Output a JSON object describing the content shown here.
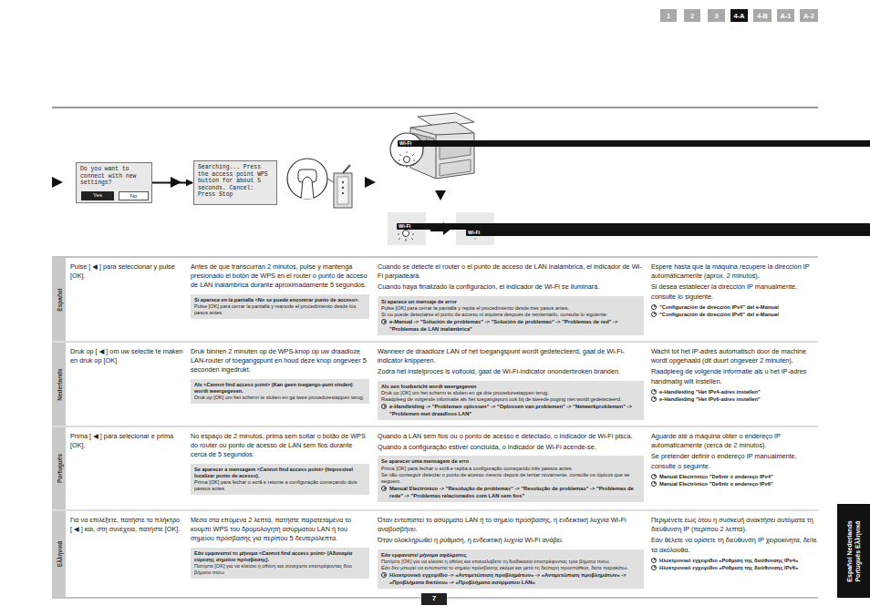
{
  "diagram": {
    "nodes": [
      {
        "text": [
          "1"
        ]
      },
      {
        "text": [
          "2"
        ]
      },
      {
        "text": [
          "3"
        ]
      },
      {
        "text": [
          "4-A"
        ]
      },
      {
        "text": [
          "4-B"
        ]
      },
      {
        "text": [
          "A-1"
        ]
      },
      {
        "text": [
          "A-2"
        ]
      },
      {
        "text": [
          "Do you want to connect with new settings?"
        ]
      },
      {
        "text": [
          "Yes"
        ],
        "in": 7
      },
      {
        "text": [
          "No"
        ],
        "in": 7
      },
      {
        "text": [
          "Searching... Press the access point WPS button for about 5 seconds. Cancel: Press Stop"
        ]
      },
      {
        "text": [
          "Español"
        ]
      },
      {
        "text": [
          "Si aparece en la pantalla <No se puede encontrar punto de acceso>.",
          "Pulse [OK] para cerrar la pantalla y reanude el procedimiento desde los pasos antes."
        ]
      },
      {
        "text": [
          "Si aparece un mensaje de error",
          "Pulse [OK] para cerrar la pantalla y repita el procedimiento desde tres pasos antes.",
          "Si no puede detectarse el punto de acceso ni siquiera después de reintentarlo, consulte lo siguiente:",
          "e-Manual -> \"Solución de problemas\" -> \"Solución de problemas\" -> \"Problemas de red\" -> \"Problemas de LAN inalámbrica\""
        ]
      },
      {
        "text": [
          "Nederlands"
        ]
      },
      {
        "text": [
          "Als <Cannot find access point> (Kan geen toegangs-punt vinden) wordt weergegeven.",
          "Druk op [OK] om het scherm te sluiten en ga twee procedurestappen terug."
        ]
      },
      {
        "text": [
          "Als een foutbericht wordt weergegeven",
          "Druk op [OK] om het scherm te sluiten en ga drie procedurestappen terug.",
          "Raadpleeg de volgende informatie als het toegangspunt ook bij de tweede poging niet wordt gedetecteerd.",
          "e-Handleiding -> \"Problemen oplossen\" -> \"Oplossen van problemen\" -> \"Netwerkproblemen\" -> \"Problemen met draadloos LAN\""
        ]
      },
      {
        "text": [
          "Português"
        ]
      },
      {
        "text": [
          "Se aparecer a mensagem <Cannot find access point> (Impossível localizar ponto de acesso).",
          "Prima [OK] para fechar o ecrã e retome a configuração começando dois passos antes."
        ]
      },
      {
        "text": [
          "Se aparecer uma mensagem de erro",
          "Prima [OK] para fechar o ecrã e repita a configuração começando três passos antes.",
          "Se não conseguir detectar o ponto de acesso mesmo depois de tentar novamente, consulte os tópicos que se seguem.",
          "Manual Electrónico -> \"Resolução de problemas\" -> \"Resolução de problemas\" -> \"Problemas de rede\" -> \"Problemas relacionados com LAN sem fios\""
        ]
      },
      {
        "text": [
          "Ελληνικά"
        ]
      },
      {
        "text": [
          "Εάν εμφανιστεί το μήνυμα <Cannot find access point> (Αδυναμία εύρεσης σημείου πρόσβασης).",
          "Πατήστε [OK] για να κλείσει η οθόνη και συνεχίστε επιστρέφοντας δύο βήματα πίσω."
        ]
      },
      {
        "text": [
          "Εάν εμφανιστεί μήνυμα σφάλματος",
          "Πατήστε [OK] για να κλείσει η οθόνη και επαναλάβετε τη διαδικασία επιστρέφοντας τρία βήματα πίσω.",
          "Εάν δεν μπορεί να εντοπιστεί το σημείο πρόσβασης ακόμα και μετά τη δεύτερη προσπάθεια, δείτε παρακάτω.",
          "Ηλεκτρονικό εγχειρίδιο -> «Αντιμετώπιση προβλημάτων» -> «Αντιμετώπιση προβλημάτων» -> «Προβλήματα δικτύου» -> «Προβλήματα ασύρματου LAN»"
        ]
      },
      {
        "text": [
          "7"
        ]
      },
      {
        "text": [
          "Español Nederlands Português Ελληνικά"
        ]
      }
    ],
    "edges": [
      {
        "from": 7,
        "to": 10,
        "arrow": "to"
      }
    ],
    "labels": [
      "Wi-Fi",
      "Wi-Fi",
      "Wi-Fi",
      "Pulse [ ◀ ] para seleccionar y pulse [OK].",
      "Antes de que transcurran 2 minutos, pulse y mantenga presionado el botón de WPS en el router o punto de acceso de LAN inalámbrica durante aproximadamente 5 segundos.",
      "Cuando se detecte el router o el punto de acceso de LAN inalámbrica, el indicador de Wi-Fi parpadeará.",
      "Cuando haya finalizado la configuración, el indicador de Wi-Fi se iluminará.",
      "Espere hasta que la máquina recupere la dirección IP automáticamente (aprox. 2 minutos).",
      "Si desea establecer la dirección IP manualmente, consulte lo siguiente.",
      "\"Configuración de dirección IPv4\" del e-Manual",
      "\"Configuración de dirección IPv6\" del e-Manual",
      "Druk op [ ◀ ] om uw selectie te maken en druk op [OK].",
      "Druk binnen 2 minuten op de WPS-knop op uw draadloze LAN-router of toegangspunt en houd deze knop ongeveer 5 seconden ingedrukt.",
      "Wanneer de draadloze LAN of het toegangspunt wordt gedetecteerd, gaat de Wi-Fi-indicator knipperen.",
      "Zodra het instelproces is voltooid, gaat de Wi-Fi-indicator ononderbroken branden.",
      "Wacht tot het IP-adres automatisch door de machine wordt opgehaald (dit duurt ongeveer 2 minuten).",
      "Raadpleeg de volgende informatie als u het IP-adres handmatig wilt instellen.",
      "e-Handleiding \"Het IPv4-adres instellen\"",
      "e-Handleiding \"Het IPv6-adres instellen\"",
      "Prima [ ◀ ] para selecionar e prima [OK].",
      "No espaço de 2 minutos, prima sem soltar o botão de WPS do router ou ponto de acesso de LAN sem fios durante cerca de 5 segundos.",
      "Quando a LAN sem fios ou o ponto de acesso é detectado, o indicador de Wi-Fi pisca.",
      "Quando a configuração estiver concluída, o indicador de Wi-Fi acende-se.",
      "Aguarde até a máquina obter o endereço IP automaticamente (cerca de 2 minutos).",
      "Se pretender definir o endereço IP manualmente, consulte o seguinte.",
      "Manual Electrónico \"Definir o endereço IPv4\"",
      "Manual Electrónico \"Definir o endereço IPv6\"",
      "Για να επιλέξετε, πατήστε το πλήκτρο [ ◀ ] και, στη συνέχεια, πατήστε [OK].",
      "Μέσα στα επόμενα 2 λεπτά, πατήστε παρατεταμένα το κουμπί WPS του δρομολογητή ασύρματου LAN ή του σημείου πρόσβασης για περίπου 5 δευτερόλεπτα.",
      "Όταν εντοπιστεί το ασύρματο LAN ή το σημείο πρόσβασης, η ενδεικτική λυχνία Wi-Fi αναβοσβήνει.",
      "Όταν ολοκληρωθεί η ρύθμιση, η ενδεικτική λυχνία Wi-Fi ανάβει.",
      "Περιμένετε έως ότου η συσκευή ανακτήσει αυτόματα τη διεύθυνση IP (περίπου 2 λεπτά).",
      "Εάν θέλετε να ορίσετε τη διεύθυνση IP χειροκίνητα, δείτε τα ακόλουθα.",
      "Ηλεκτρονικό εγχειρίδιο «Ρύθμιση της διεύθυνσης IPv4»",
      "Ηλεκτρονικό εγχειρίδιο «Ρύθμιση της διεύθυνσης IPv6»"
    ]
  }
}
